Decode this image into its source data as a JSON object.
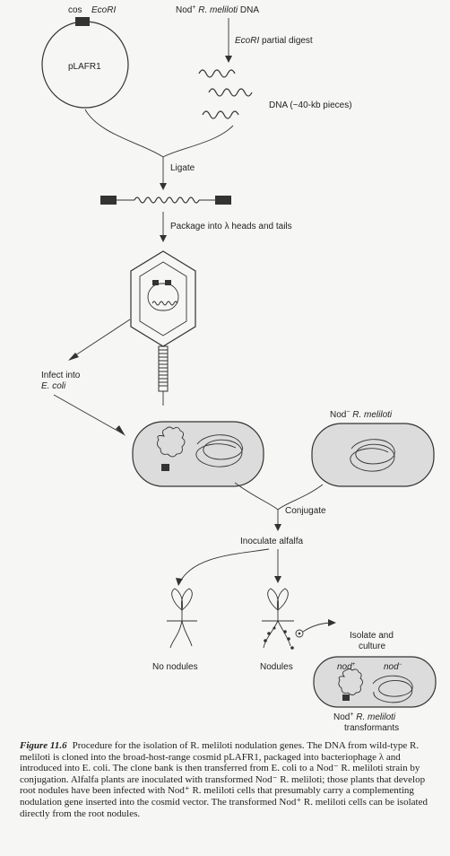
{
  "labels": {
    "cos": "cos",
    "ecori_top": "EcoRI",
    "plafr1": "pLAFR1",
    "nod_dna_prefix": "Nod",
    "nod_dna_sup": "+",
    "nod_dna_species": "R. meliloti",
    "nod_dna_suffix": "DNA",
    "ecori_digest_italic": "EcoRI",
    "ecori_digest_rest": "partial digest",
    "dna_pieces": "DNA (~40-kb pieces)",
    "ligate": "Ligate",
    "package": "Package into λ heads and tails",
    "infect_line1": "Infect into",
    "infect_line2": "E. coli",
    "nod_minus_prefix": "Nod",
    "nod_minus_sup": "−",
    "nod_minus_species": "R. meliloti",
    "conjugate": "Conjugate",
    "inoculate": "Inoculate alfalfa",
    "no_nodules": "No nodules",
    "nodules": "Nodules",
    "isolate_line1": "Isolate and",
    "isolate_line2": "culture",
    "nod_plus_small": "nod",
    "nod_plus_small_sup": "+",
    "nod_minus_small": "nod",
    "nod_minus_small_sup": "−",
    "transformants_prefix": "Nod",
    "transformants_sup": "+",
    "transformants_species": "R. meliloti",
    "transformants_line2": "transformants"
  },
  "caption": {
    "figure_label": "Figure 11.6",
    "text": "Procedure for the isolation of R. meliloti nodulation genes. The DNA from wild-type R. meliloti is cloned into the broad-host-range cosmid pLAFR1, packaged into bacteriophage λ and introduced into E. coli. The clone bank is then transferred from E. coli to a Nod⁻ R. meliloti strain by conjugation. Alfalfa plants are inoculated with transformed Nod⁻ R. meliloti; those plants that develop root nodules have been infected with Nod⁺ R. meliloti cells that presumably carry a complementing nodulation gene inserted into the cosmid vector. The transformed Nod⁺ R. meliloti cells can be isolated directly from the root nodules."
  },
  "colors": {
    "ink": "#333333",
    "paper": "#f6f6f4",
    "cell_fill": "#dcdcdc"
  }
}
